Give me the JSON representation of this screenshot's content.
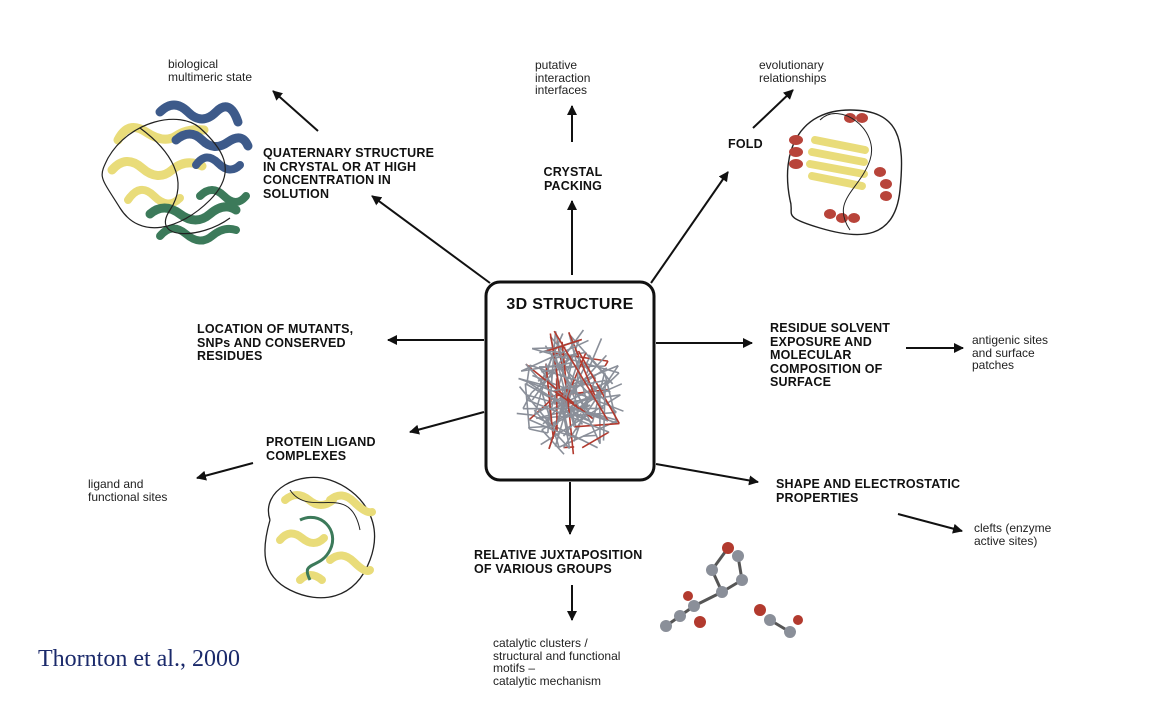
{
  "center": {
    "title": "3D STRUCTURE"
  },
  "branches": {
    "quaternary": {
      "label": "QUATERNARY STRUCTURE\nIN CRYSTAL OR AT HIGH\nCONCENTRATION IN\nSOLUTION",
      "outcome": "biological\nmultimeric state"
    },
    "crystal": {
      "label": "CRYSTAL\nPACKING",
      "outcome": "putative\ninteraction\ninterfaces"
    },
    "fold": {
      "label": "FOLD",
      "outcome": "evolutionary\nrelationships"
    },
    "mutants": {
      "label": "LOCATION OF MUTANTS,\nSNPs AND CONSERVED\nRESIDUES"
    },
    "solvent": {
      "label": "RESIDUE SOLVENT\nEXPOSURE AND\nMOLECULAR\nCOMPOSITION OF\nSURFACE",
      "outcome": "antigenic sites\nand surface\npatches"
    },
    "ligand": {
      "label": "PROTEIN LIGAND\nCOMPLEXES",
      "outcome": "ligand and\nfunctional sites"
    },
    "shape": {
      "label": "SHAPE AND ELECTROSTATIC\nPROPERTIES",
      "outcome": "clefts (enzyme\nactive sites)"
    },
    "juxtaposition": {
      "label": "RELATIVE JUXTAPOSITION\nOF VARIOUS GROUPS",
      "outcome": "catalytic clusters /\nstructural and functional\nmotifs –\ncatalytic mechanism"
    }
  },
  "citation": "Thornton et al., 2000",
  "colors": {
    "ink": "#111111",
    "citation": "#1b2a6b",
    "helix_yellow": "#e9dc7a",
    "helix_blue": "#3d5a8a",
    "helix_green": "#3c7a5a",
    "helix_red": "#b8443a",
    "atom_grey": "#8a8f99",
    "atom_red": "#b23a2e"
  }
}
